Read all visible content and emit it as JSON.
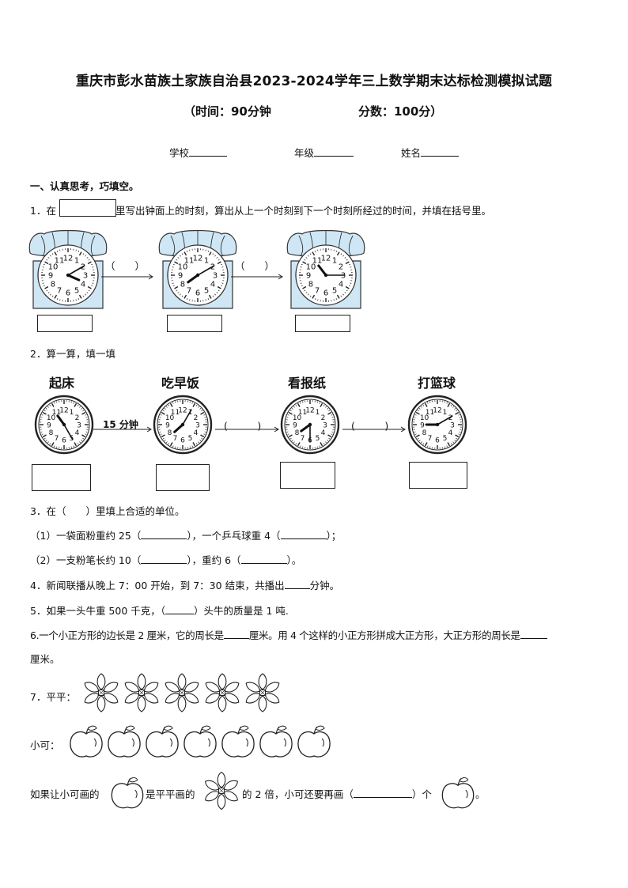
{
  "header": {
    "title": "重庆市彭水苗族土家族自治县2023-2024学年三上数学期末达标检测模拟试题",
    "time": "（时间：90分钟",
    "score": "分数：100分）",
    "school": "学校",
    "grade": "年级",
    "name": "姓名"
  },
  "section1": "一、认真思考，巧填空。",
  "q1": {
    "prefix": "1．在",
    "suffix": "里写出钟面上的时刻，算出从上一个时刻到下一个时刻所经过的时间，并填在括号里。",
    "paren": "（　　）",
    "clocks": [
      {
        "hour": 3.8,
        "minute": 10
      },
      {
        "hour": 7.8,
        "minute": 10
      },
      {
        "hour": 10.75,
        "minute": 15
      }
    ]
  },
  "q2": {
    "prefix": "2．算一算，填一填",
    "labels": [
      "起床",
      "吃早饭",
      "看报纸",
      "打篮球"
    ],
    "interval": "15 分钟",
    "parens": [
      "(　　　)",
      "(　　　)"
    ],
    "clocks": [
      {
        "hour": 10.8,
        "minute": 25
      },
      {
        "hour": 7.6,
        "minute": 5
      },
      {
        "hour": 7.8,
        "minute": 30
      },
      {
        "hour": 9,
        "minute": 10
      }
    ]
  },
  "q3": {
    "stem": "3．在（　　）里填上合适的单位。",
    "line1a": "（1）一袋面粉重约 25（",
    "line1b": "），一个乒乓球重 4（",
    "line1c": "）；",
    "line2a": "（2）一支粉笔长约 10（",
    "line2b": "），重约 6（",
    "line2c": "）。"
  },
  "q4": {
    "a": "4．新闻联播从晚上 7：00 开始，到 7：30 结束，共播出",
    "b": "分钟。"
  },
  "q5": {
    "a": "5．如果一头牛重 500 千克，（",
    "b": "）头牛的质量是 1 吨."
  },
  "q6": {
    "a": "6.一个小正方形的边长是 2 厘米，它的周长是",
    "b": "厘米。用 4 个这样的小正方形拼成大正方形，大正方形的周长是",
    "c": "厘米。"
  },
  "q7": {
    "label_a": "7．平平：",
    "label_b": "小可：",
    "flower_count": 5,
    "apple_count": 7,
    "text_a": "如果让小可画的",
    "text_b": "是平平画的",
    "text_c": "的 2 倍，小可还要再画（",
    "text_d": "）个",
    "text_e": "。"
  }
}
